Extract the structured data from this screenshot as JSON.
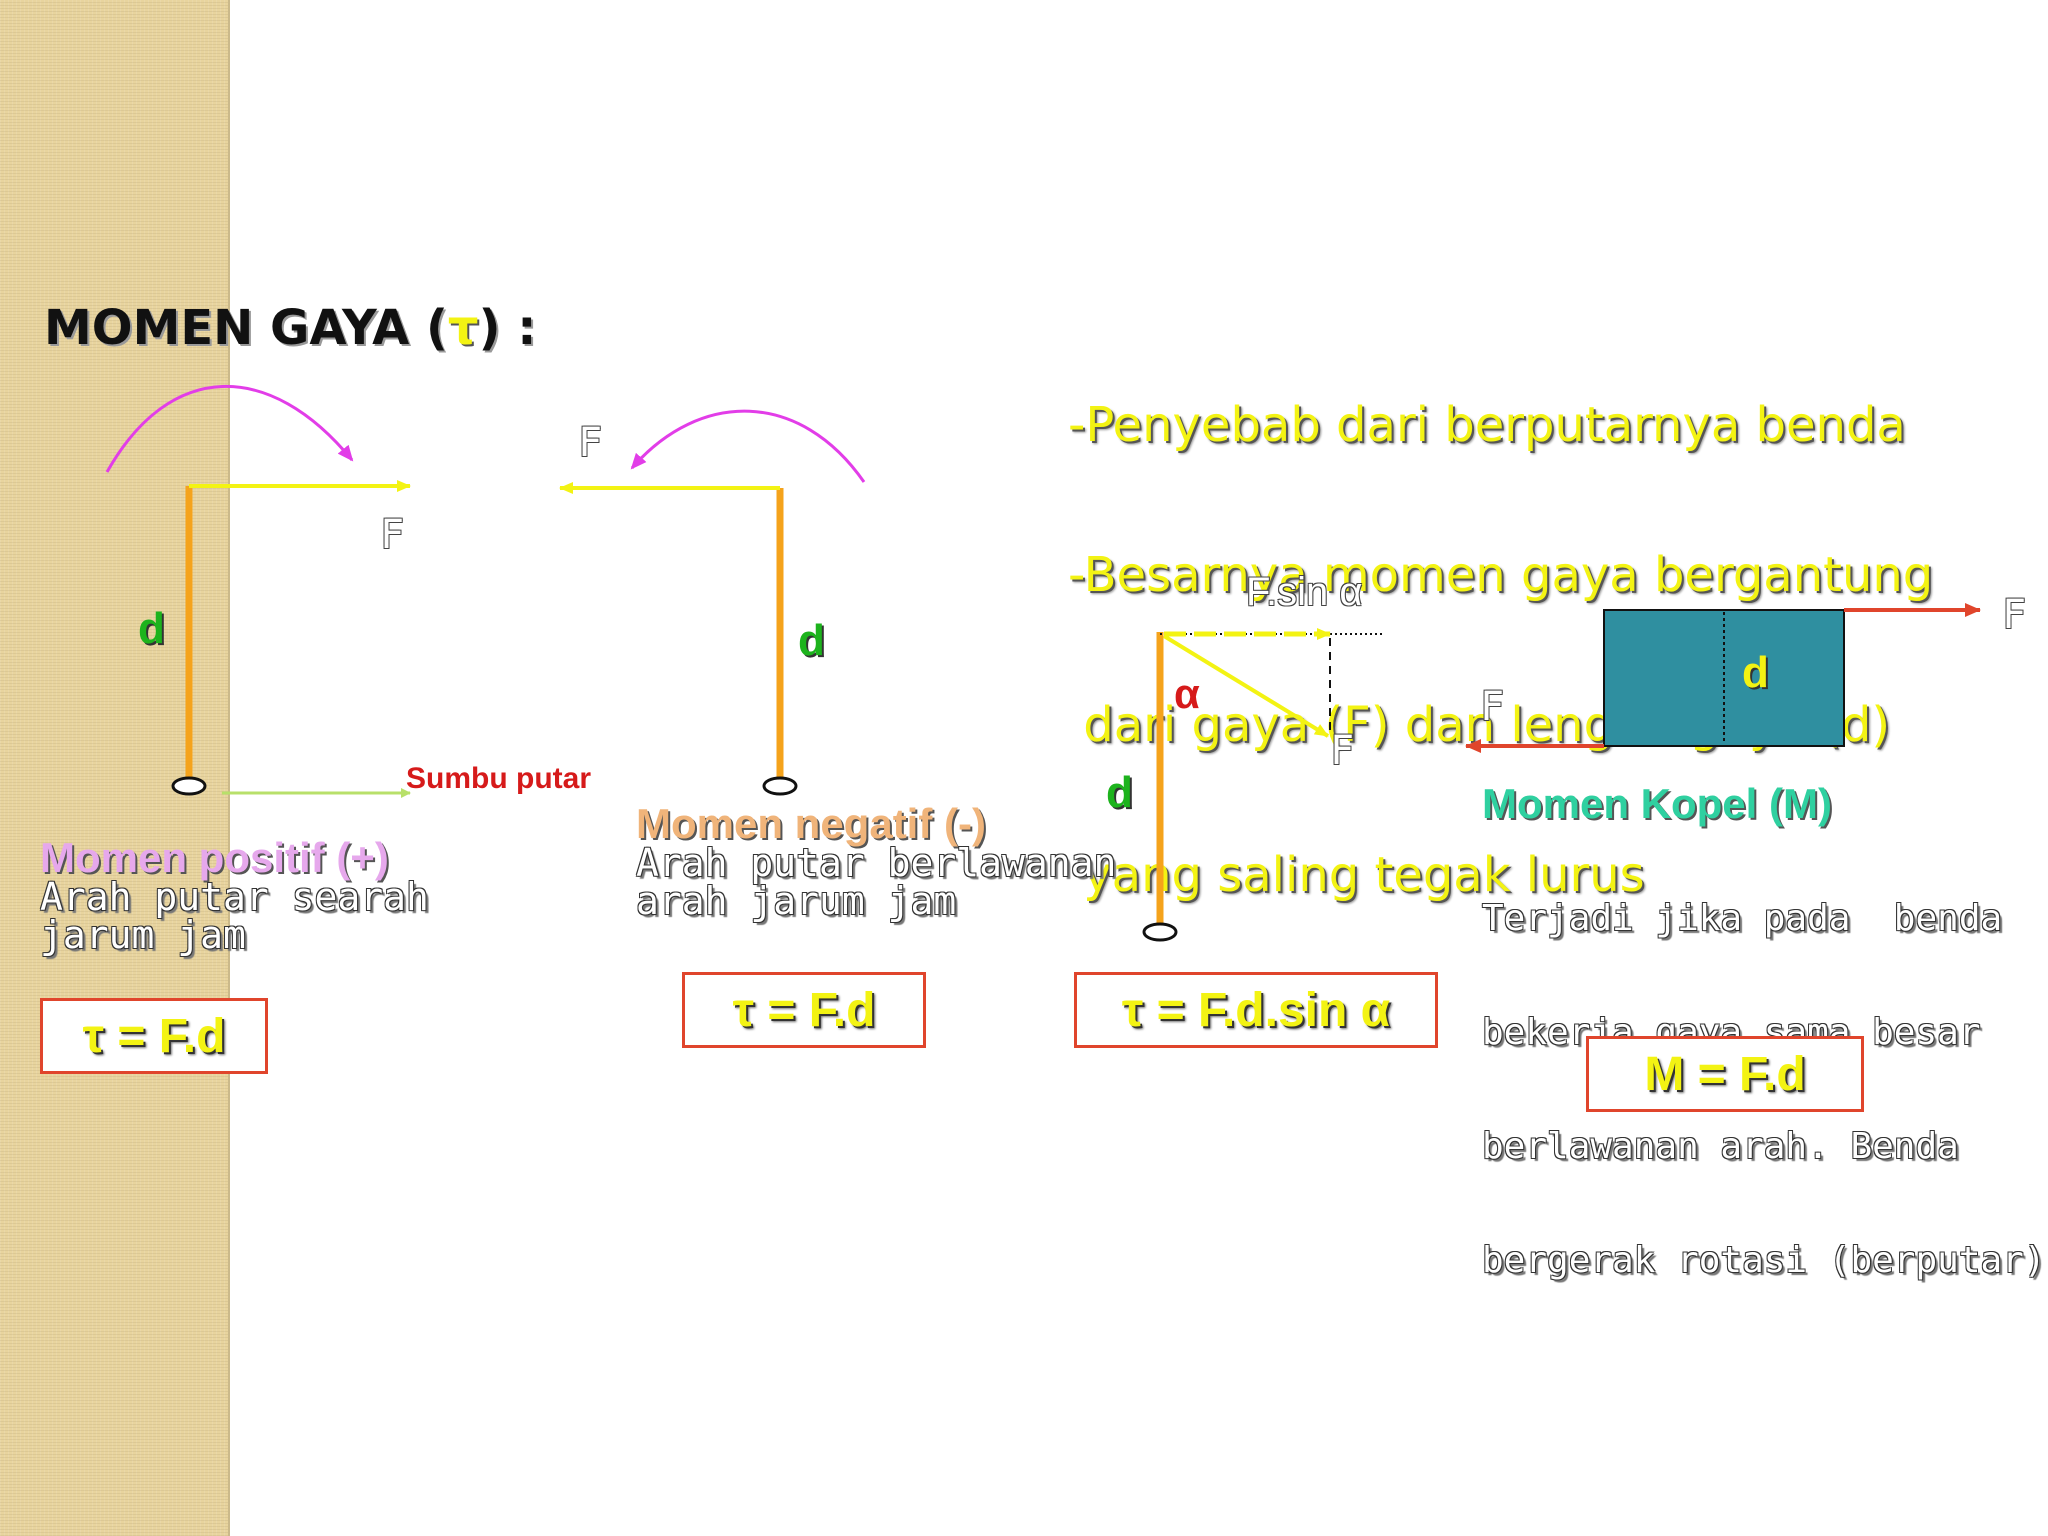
{
  "title": {
    "prefix": "MOMEN GAYA (",
    "tau": "τ",
    "suffix": ") :"
  },
  "bullets": [
    "-Penyebab dari berputarnya benda",
    "-Besarnya momen gaya bergantung",
    " dari gaya (F) dan lengan gaya (d)",
    " yang saling tegak lurus"
  ],
  "positive": {
    "force_label": "F",
    "arm_label": "d",
    "axis_label": "Sumbu putar",
    "heading": "Momen positif (+)",
    "desc_lines": [
      "Arah putar searah",
      "jarum jam"
    ],
    "formula": "τ  = F.d"
  },
  "negative": {
    "force_label": "F",
    "arm_label": "d",
    "heading": "Momen negatif (-)",
    "desc_lines": [
      "Arah putar berlawanan",
      "arah jarum jam"
    ],
    "formula": "τ  = F.d"
  },
  "angled": {
    "component_label": "F.sin α",
    "angle_label": "α",
    "force_label": "F",
    "arm_label": "d",
    "formula": "τ  = F.d.sin α"
  },
  "couple": {
    "force_label_right": "F",
    "force_label_left": "F",
    "arm_label": "d",
    "heading": "Momen Kopel (M)",
    "desc_lines": [
      "Terjadi jika pada  benda",
      "bekerja gaya sama besar",
      "berlawanan arah. Benda",
      "bergerak rotasi (berputar)"
    ],
    "formula": "M  = F.d"
  },
  "colors": {
    "arm": "#f5a31b",
    "force": "#f3f313",
    "curve": "#e23de8",
    "couple_arrow": "#e0452c",
    "couple_box": "#2f8fa0",
    "green_label": "#1db31d",
    "red_label": "#d61a1a"
  }
}
